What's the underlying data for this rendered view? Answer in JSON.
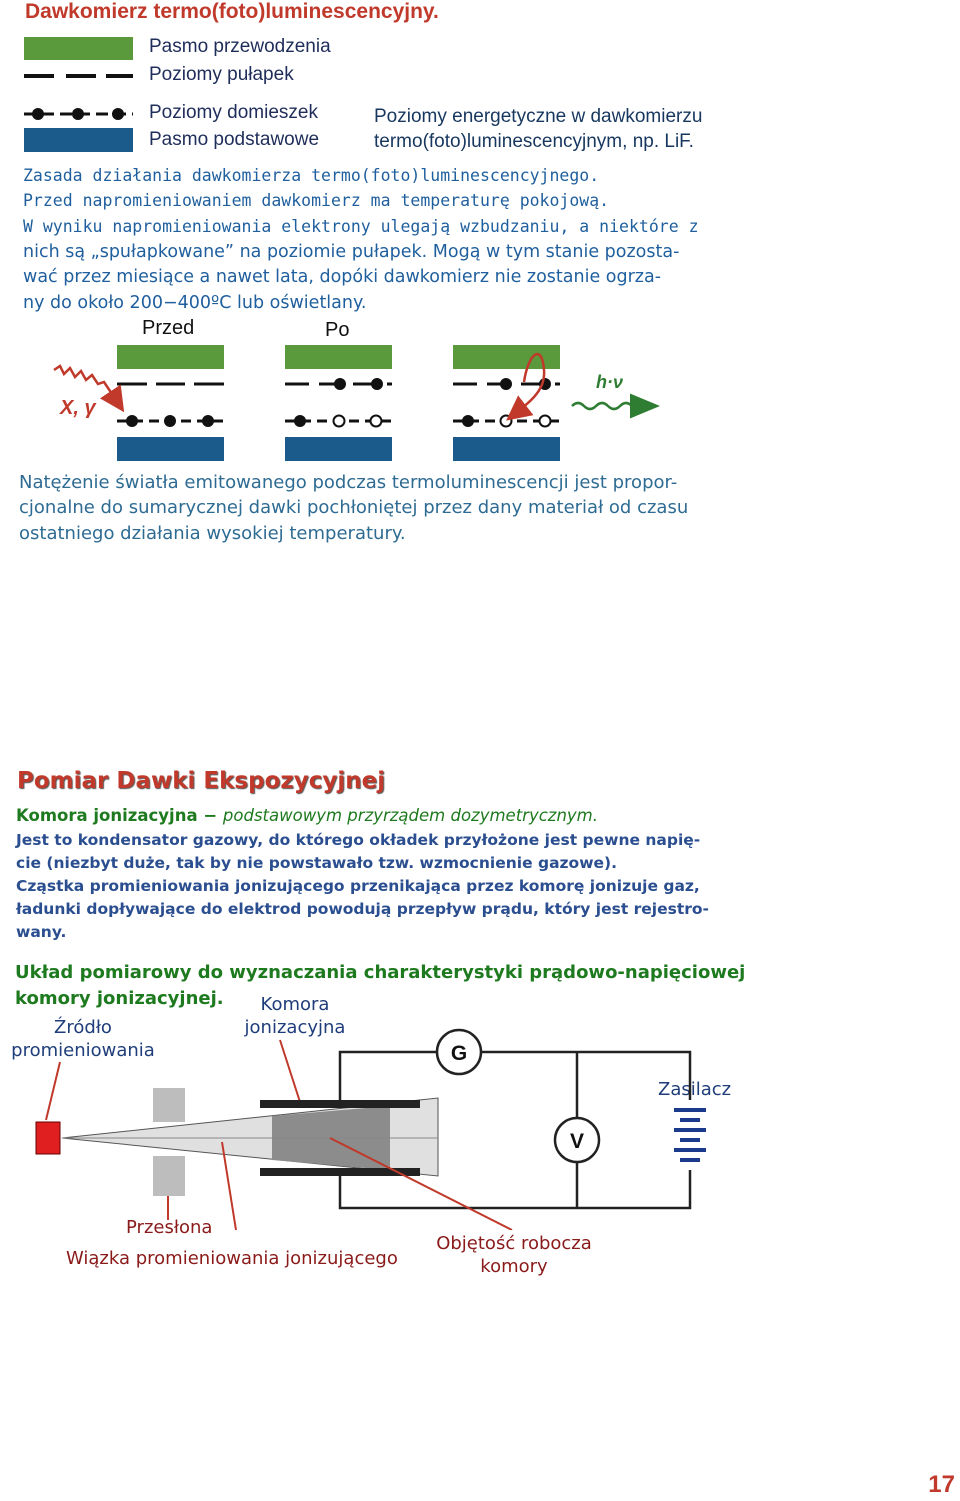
{
  "title": "Dawkomierz termo(foto)luminescencyjny.",
  "legend": {
    "items": [
      {
        "label": "Pasmo przewodzenia"
      },
      {
        "label": "Poziomy pułapek"
      },
      {
        "label": "Poziomy domieszek"
      },
      {
        "label": "Pasmo podstawowe"
      }
    ],
    "caption_line1": "Poziomy energetyczne w dawkomierzu",
    "caption_line2": "termo(foto)luminescencyjnym, np. LiF."
  },
  "principle": {
    "line1": "Zasada działania dawkomierza termo(foto)luminescencyjnego.",
    "line2": "Przed napromieniowaniem dawkomierz ma temperaturę pokojową.",
    "line3": "W wyniku napromieniowania elektrony ulegają wzbudzaniu, a niektóre z",
    "line4": "nich są „spułapkowane” na poziomie pułapek. Mogą w tym stanie pozosta-",
    "line5": "wać przez miesiące a nawet lata, dopóki dawkomierz nie zostanie ogrza-",
    "line6": "ny do około 200−400ºC lub oświetlany."
  },
  "band_diagram": {
    "label_before": "Przed",
    "label_after": "Po",
    "radiation_label": "X, γ",
    "photon_label": "h·ν"
  },
  "intensity": {
    "line1": "Natężenie światła emitowanego podczas termoluminescencji jest propor-",
    "line2": "cjonalne do sumarycznej dawki pochłoniętej przez dany materiał od czasu",
    "line3": "ostatniego działania wysokiej temperatury."
  },
  "section": {
    "heading": "Pomiar Dawki Ekspozycyjnej",
    "chamber_term": "Komora jonizacyjna",
    "chamber_dash": " − ",
    "chamber_desc": "podstawowym przyrządem dozymetrycznym.",
    "p1_line1": "Jest to kondensator gazowy, do którego okładek przyłożone jest pewne napię-",
    "p1_line2": "cie (niezbyt duże, tak by nie powstawało tzw. wzmocnienie gazowe).",
    "p2_line1": "Cząstka promieniowania jonizującego przenikająca przez komorę jonizuje gaz,",
    "p2_line2": "ładunki dopływające do elektrod powodują przepływ prądu, który jest rejestro-",
    "p2_line3": "wany.",
    "setup_line1": "Układ pomiarowy do wyznaczania charakterystyki prądowo-napięciowej",
    "setup_line2": "komory jonizacyjnej."
  },
  "circuit": {
    "source_line1": "Źródło",
    "source_line2": "promieniowania",
    "chamber_line1": "Komora",
    "chamber_line2": "jonizacyjna",
    "power_supply": "Zasilacz",
    "galvanometer": "G",
    "voltmeter": "V",
    "shutter": "Przesłona",
    "beam": "Wiązka promieniowania jonizującego",
    "volume_line1": "Objętość robocza",
    "volume_line2": "komory"
  },
  "page_number": "17",
  "colors": {
    "conduction_band": "#5b9a3c",
    "valence_band": "#1a5b8c",
    "red_accent": "#c0392b",
    "source_red": "#e02020"
  }
}
